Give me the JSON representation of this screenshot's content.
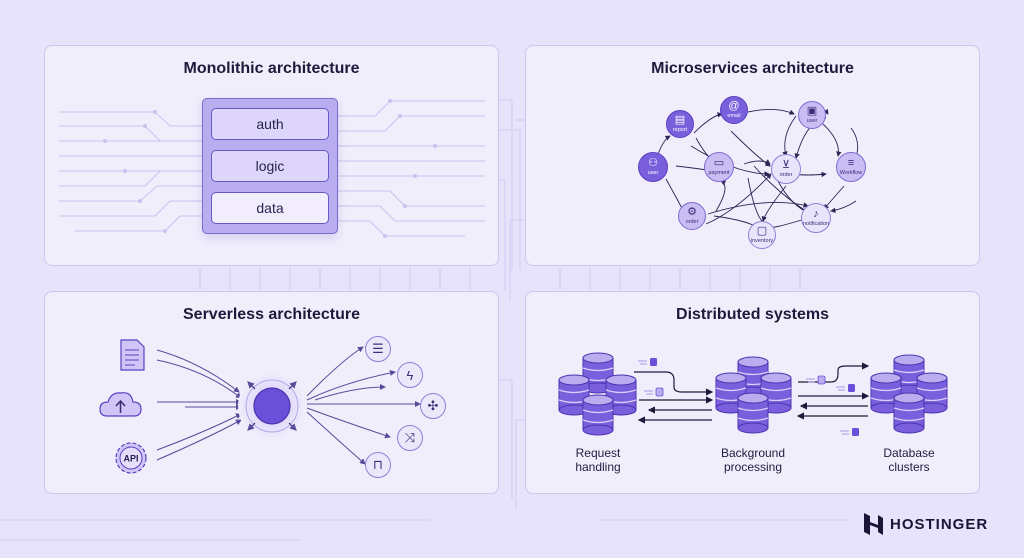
{
  "colors": {
    "background": "#e6e3fb",
    "panel": "#f1eefc",
    "accent": "#6a4fd8",
    "accent_dark": "#5b40c0",
    "line": "#c9c1ee"
  },
  "panels": {
    "monolithic": {
      "title": "Monolithic architecture",
      "layers": [
        "auth",
        "logic",
        "data"
      ]
    },
    "microservices": {
      "title": "Microservices architecture",
      "nodes": [
        {
          "label": "user",
          "icon": "user-icon"
        },
        {
          "label": "report",
          "icon": "report-icon"
        },
        {
          "label": "email",
          "icon": "email-icon"
        },
        {
          "label": "user",
          "icon": "user-card-icon"
        },
        {
          "label": "payment",
          "icon": "card-icon"
        },
        {
          "label": "order",
          "icon": "cart-icon"
        },
        {
          "label": "Workflow",
          "icon": "list-icon"
        },
        {
          "label": "order",
          "icon": "gear-icon"
        },
        {
          "label": "inventory",
          "icon": "box-icon"
        },
        {
          "label": "notification",
          "icon": "bell-icon"
        }
      ]
    },
    "serverless": {
      "title": "Serverless architecture",
      "sources": [
        {
          "icon": "document-icon",
          "label": ""
        },
        {
          "icon": "cloud-upload-icon",
          "label": ""
        },
        {
          "icon": "api-gear-icon",
          "label": "API"
        }
      ],
      "targets": [
        {
          "icon": "database-icon",
          "glyph": "☰"
        },
        {
          "icon": "lightning-icon",
          "glyph": "ϟ"
        },
        {
          "icon": "network-icon",
          "glyph": "✣"
        },
        {
          "icon": "shuffle-icon",
          "glyph": "⤨"
        },
        {
          "icon": "inbox-icon",
          "glyph": "⊓"
        }
      ]
    },
    "distributed": {
      "title": "Distributed systems",
      "clusters": [
        {
          "caption_line1": "Request",
          "caption_line2": "handling"
        },
        {
          "caption_line1": "Background",
          "caption_line2": "processing"
        },
        {
          "caption_line1": "Database",
          "caption_line2": "clusters"
        }
      ]
    }
  },
  "brand": {
    "name": "HOSTINGER"
  }
}
